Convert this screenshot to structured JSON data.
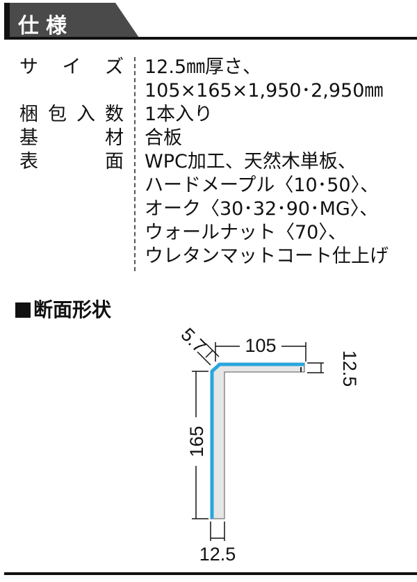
{
  "header": {
    "title": "仕様"
  },
  "specs": [
    {
      "label": "サイズ",
      "values": [
        "12.5㎜厚さ、",
        "105×165×1,950･2,950㎜"
      ]
    },
    {
      "label": "梱包入数",
      "values": [
        "1本入り"
      ]
    },
    {
      "label": "基材",
      "values": [
        "合板"
      ]
    },
    {
      "label": "表面",
      "values": [
        "WPC加工、天然木単板、",
        "ハードメープル〈10･50〉、",
        "オーク〈30･32･90･MG〉、",
        "ウォールナット〈70〉、",
        "ウレタンマットコート仕上げ"
      ]
    }
  ],
  "section": {
    "title": "断面形状"
  },
  "diagram": {
    "dim_corner": "5.7",
    "dim_width": "105",
    "dim_thickness_top": "12.5",
    "dim_height": "165",
    "dim_thickness_bottom": "12.5"
  },
  "colors": {
    "profile_fill": "#e6e6e6",
    "face_highlight": "#2aa6dc",
    "ink": "#111111"
  }
}
